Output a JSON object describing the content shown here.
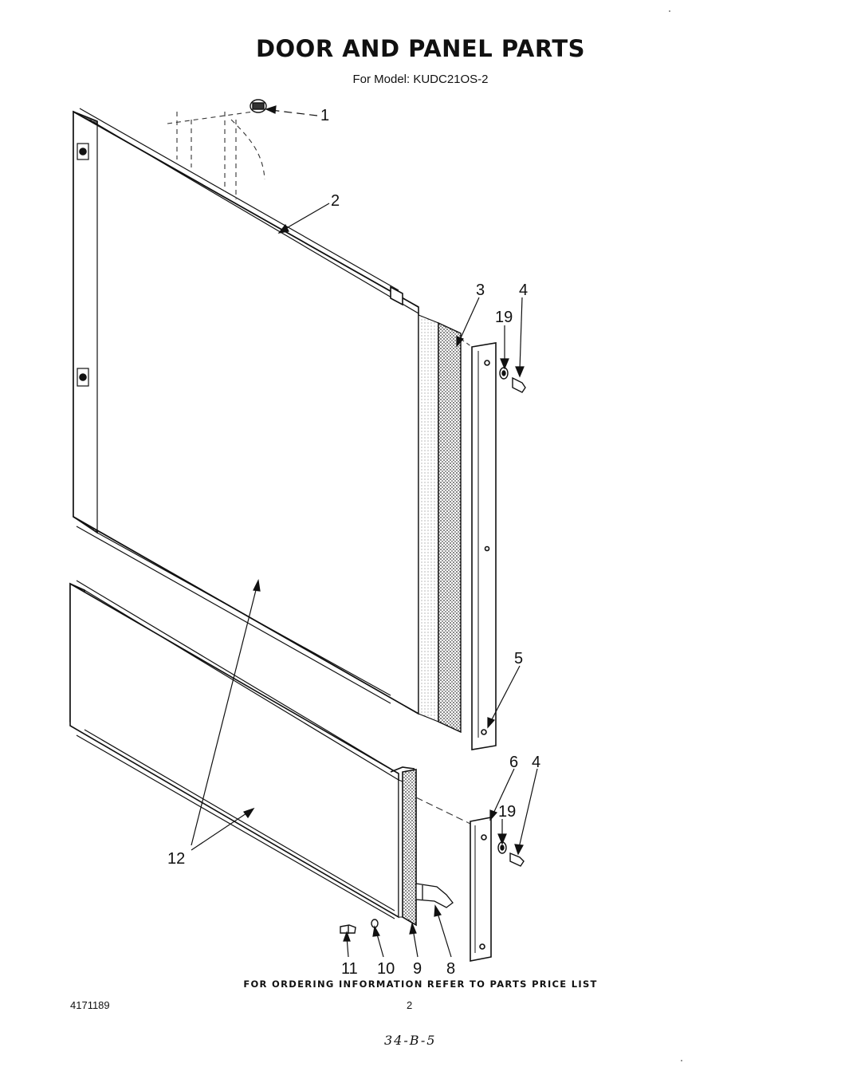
{
  "header": {
    "title": "DOOR AND PANEL PARTS",
    "subtitle": "For Model: KUDC21OS-2"
  },
  "callouts": {
    "c1": "1",
    "c2": "2",
    "c3": "3",
    "c4a": "4",
    "c19a": "19",
    "c5": "5",
    "c6": "6",
    "c4b": "4",
    "c19b": "19",
    "c12": "12",
    "c11": "11",
    "c10": "10",
    "c9": "9",
    "c8": "8"
  },
  "footer": {
    "ordering_note": "FOR ORDERING INFORMATION REFER TO PARTS PRICE LIST",
    "doc_number": "4171189",
    "page_number": "2",
    "handwritten_note": "34-B-5"
  }
}
